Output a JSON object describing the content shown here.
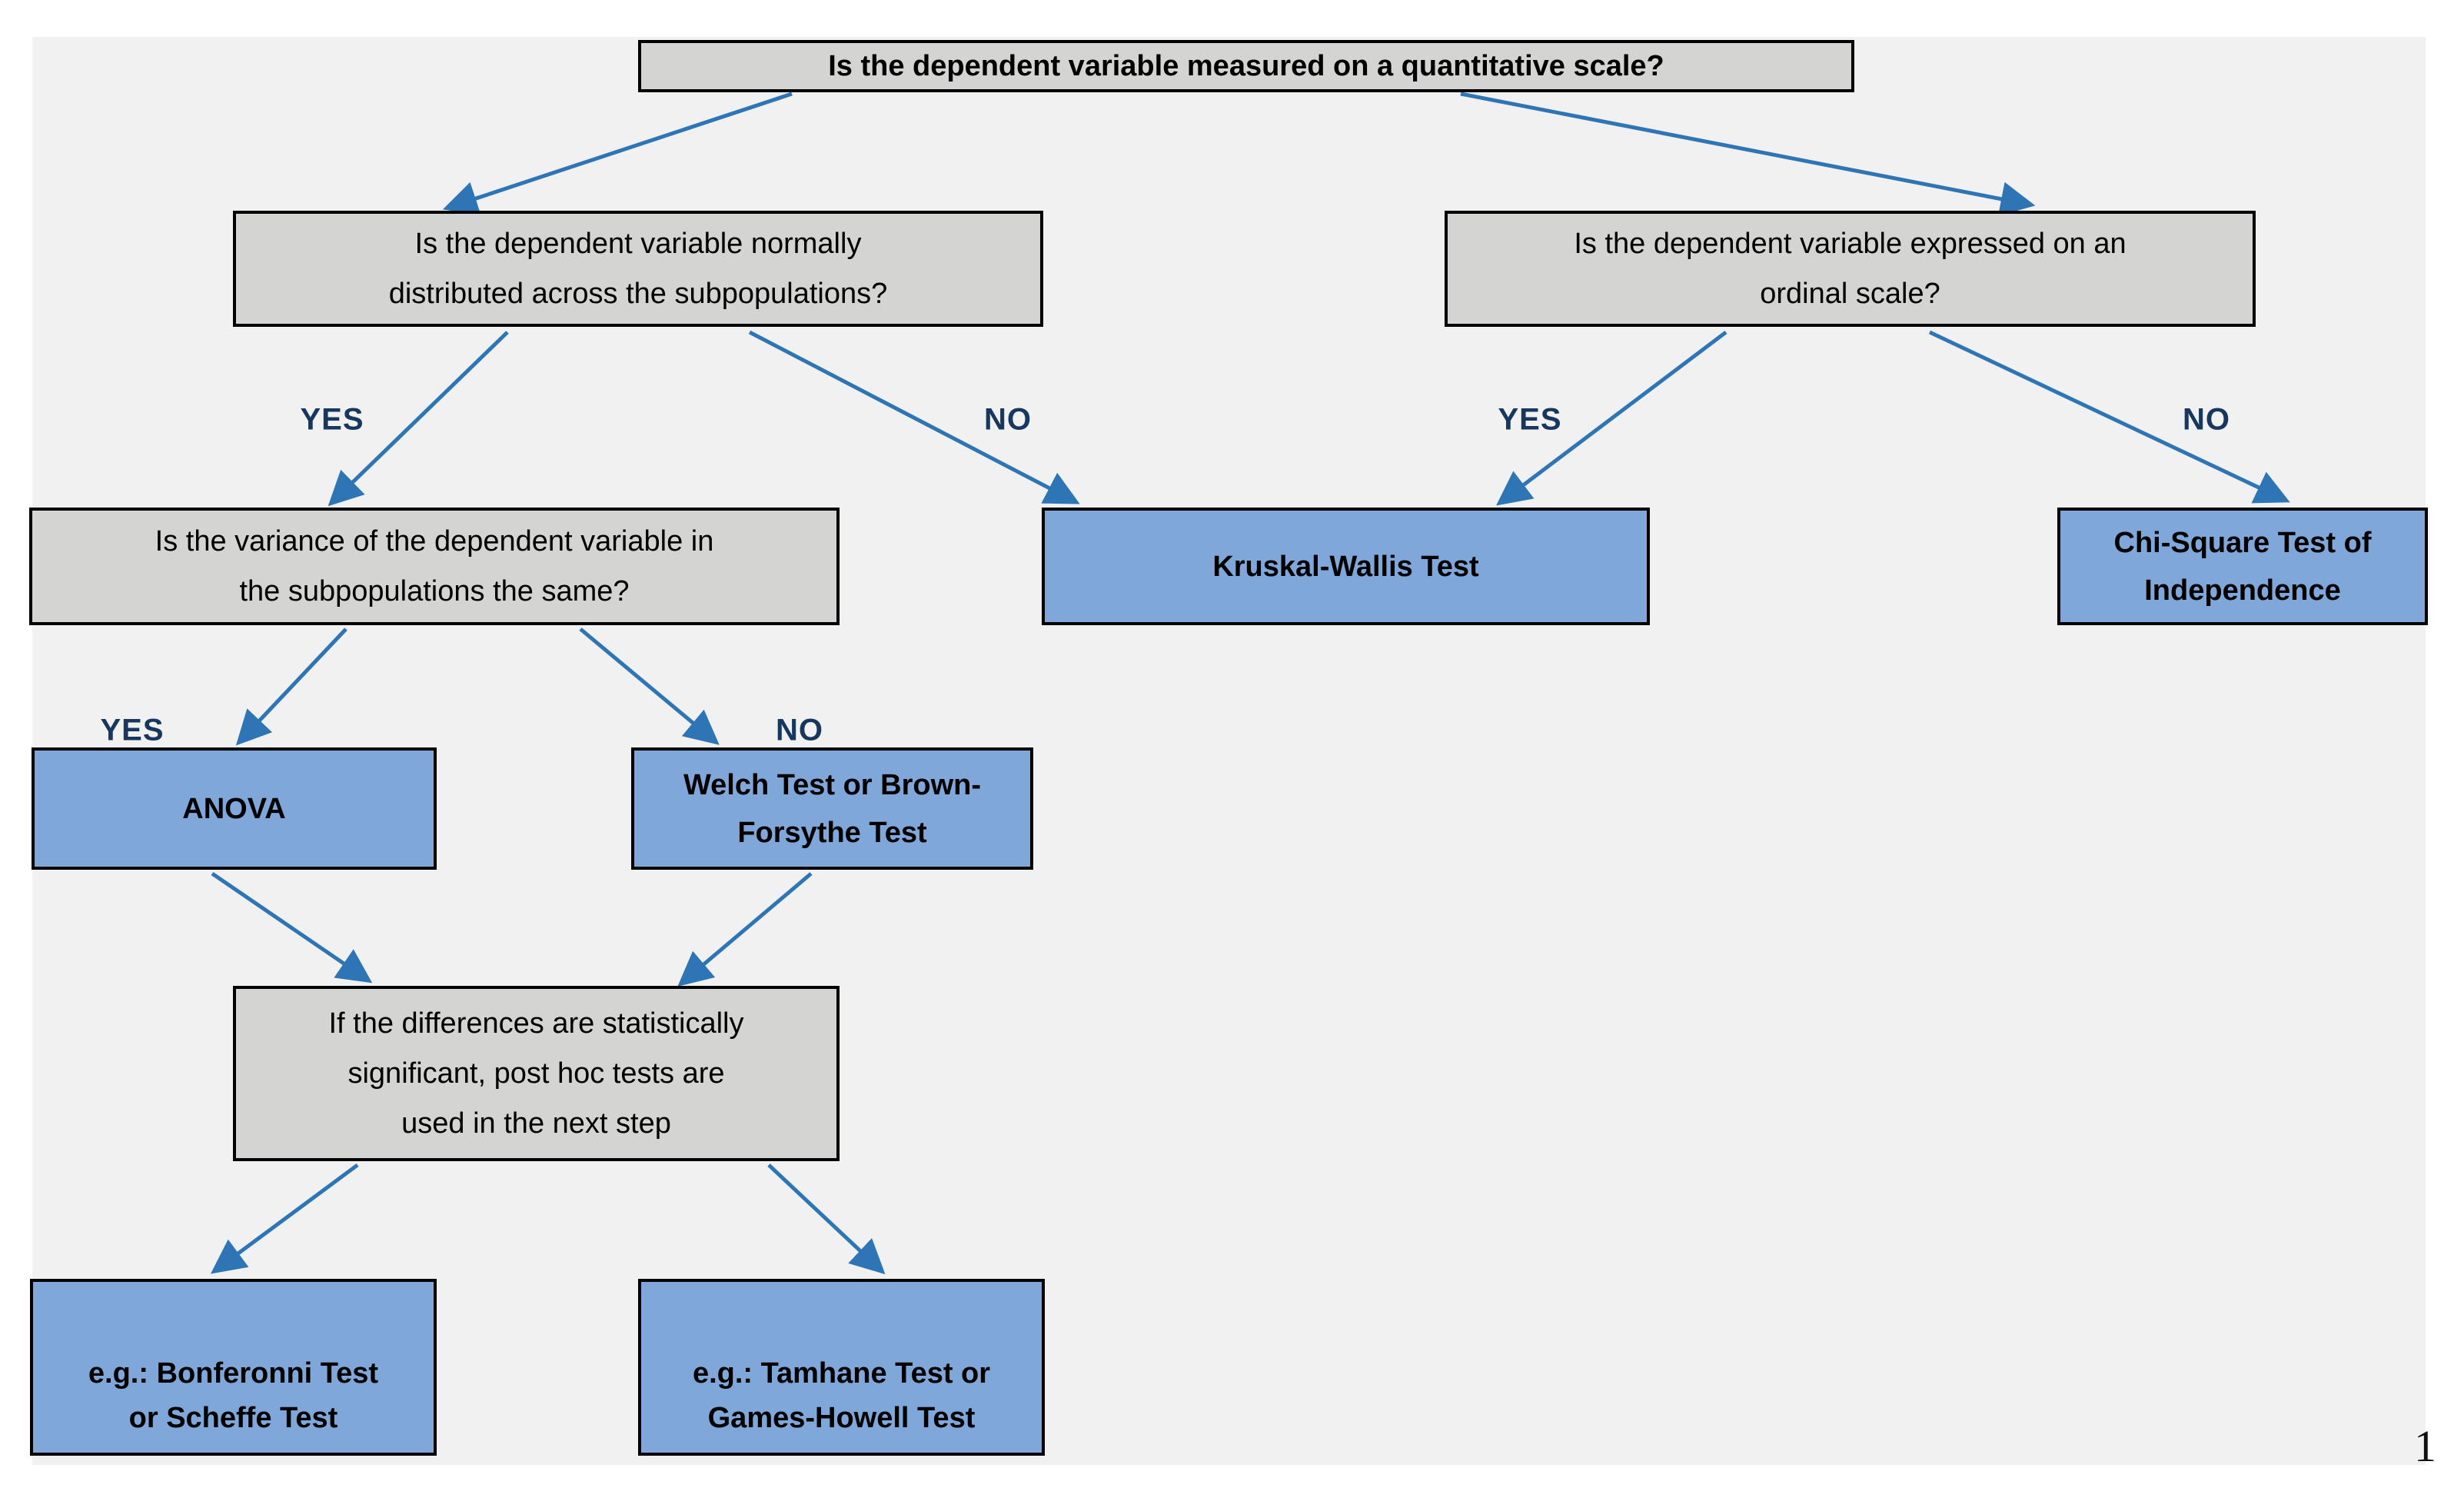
{
  "page": {
    "background": "#ffffff",
    "panel_background": "#f1f1f1",
    "page_number": "1"
  },
  "colors": {
    "question_box_fill": "#d4d4d2",
    "result_box_fill": "#7fa7d9",
    "box_border": "#000000",
    "arrow": "#2e75b6",
    "branch_label": "#17375e",
    "box_text": "#000000"
  },
  "flowchart": {
    "nodes": {
      "root": {
        "kind": "question",
        "lines": [
          "Is the dependent variable measured on a quantitative scale?"
        ]
      },
      "normality": {
        "kind": "question",
        "lines": [
          "Is the dependent variable normally",
          "distributed across the subpopulations?"
        ]
      },
      "ordinal": {
        "kind": "question",
        "lines": [
          "Is the dependent variable expressed on an",
          "ordinal scale?"
        ]
      },
      "variance": {
        "kind": "question",
        "lines": [
          "Is the variance of the dependent variable in",
          "the subpopulations the same?"
        ]
      },
      "kruskal": {
        "kind": "result",
        "lines": [
          "Kruskal-Wallis Test"
        ]
      },
      "chi_square": {
        "kind": "result",
        "lines": [
          "Chi-Square Test of",
          "Independence"
        ]
      },
      "anova": {
        "kind": "result",
        "lines": [
          "ANOVA"
        ]
      },
      "welch": {
        "kind": "result",
        "lines": [
          "Welch Test or Brown-",
          "Forsythe Test"
        ]
      },
      "post_hoc": {
        "kind": "info",
        "lines": [
          "If the differences are statistically",
          "significant, post hoc tests are",
          "used in the next step"
        ]
      },
      "bonferroni": {
        "kind": "result",
        "lines": [
          "e.g.: Bonferonni Test",
          "or Scheffe Test"
        ]
      },
      "games_howell": {
        "kind": "result",
        "lines": [
          "e.g.: Tamhane Test or",
          "Games-Howell Test"
        ]
      }
    },
    "branch_labels": [
      {
        "id": "normality-yes",
        "text": "YES"
      },
      {
        "id": "normality-no",
        "text": "NO"
      },
      {
        "id": "ordinal-yes",
        "text": "YES"
      },
      {
        "id": "ordinal-no",
        "text": "NO"
      },
      {
        "id": "variance-yes",
        "text": "YES"
      },
      {
        "id": "variance-no",
        "text": "NO"
      }
    ],
    "edges": [
      {
        "from": "root",
        "to": "normality"
      },
      {
        "from": "root",
        "to": "ordinal"
      },
      {
        "from": "normality",
        "to": "variance",
        "label": "YES"
      },
      {
        "from": "normality",
        "to": "kruskal",
        "label": "NO"
      },
      {
        "from": "ordinal",
        "to": "kruskal",
        "label": "YES"
      },
      {
        "from": "ordinal",
        "to": "chi_square",
        "label": "NO"
      },
      {
        "from": "variance",
        "to": "anova",
        "label": "YES"
      },
      {
        "from": "variance",
        "to": "welch",
        "label": "NO"
      },
      {
        "from": "anova",
        "to": "post_hoc"
      },
      {
        "from": "welch",
        "to": "post_hoc"
      },
      {
        "from": "post_hoc",
        "to": "bonferroni"
      },
      {
        "from": "post_hoc",
        "to": "games_howell"
      }
    ]
  }
}
